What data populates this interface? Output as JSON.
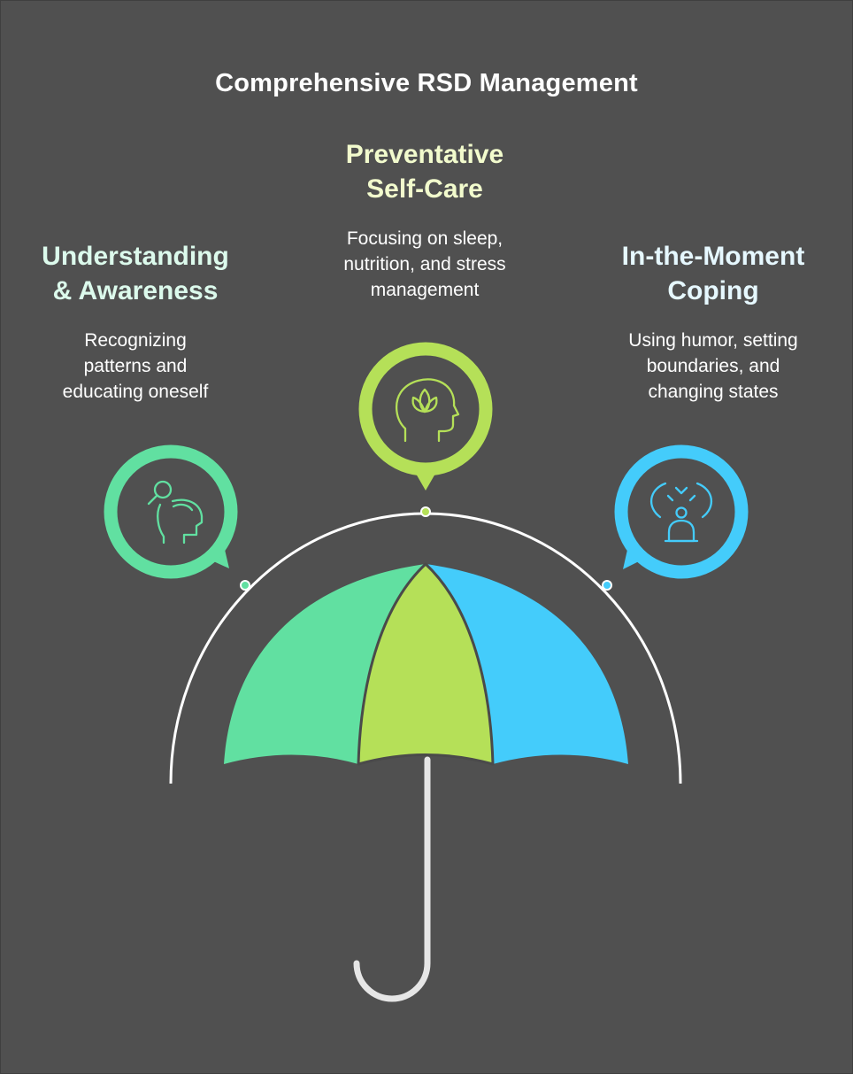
{
  "title": "Comprehensive RSD Management",
  "colors": {
    "background": "#505050",
    "green": "#61e0a1",
    "lime": "#b5e058",
    "blue": "#44ccfb",
    "lime_text": "#f2fbcd",
    "mint_text": "#dcfaec",
    "sky_text": "#e6f8ff",
    "handle": "#e6e6e6"
  },
  "sections": {
    "understanding": {
      "heading": [
        "Understanding",
        "& Awareness"
      ],
      "description": [
        "Recognizing",
        "patterns and",
        "educating oneself"
      ],
      "icon": "head-magnifier-icon"
    },
    "preventative": {
      "heading": [
        "Preventative",
        "Self-Care"
      ],
      "description": [
        "Focusing on sleep,",
        "nutrition, and stress",
        "management"
      ],
      "icon": "head-lotus-icon"
    },
    "coping": {
      "heading": [
        "In-the-Moment",
        "Coping"
      ],
      "description": [
        "Using humor, setting",
        "boundaries, and",
        "changing states"
      ],
      "icon": "person-calm-icon"
    }
  }
}
